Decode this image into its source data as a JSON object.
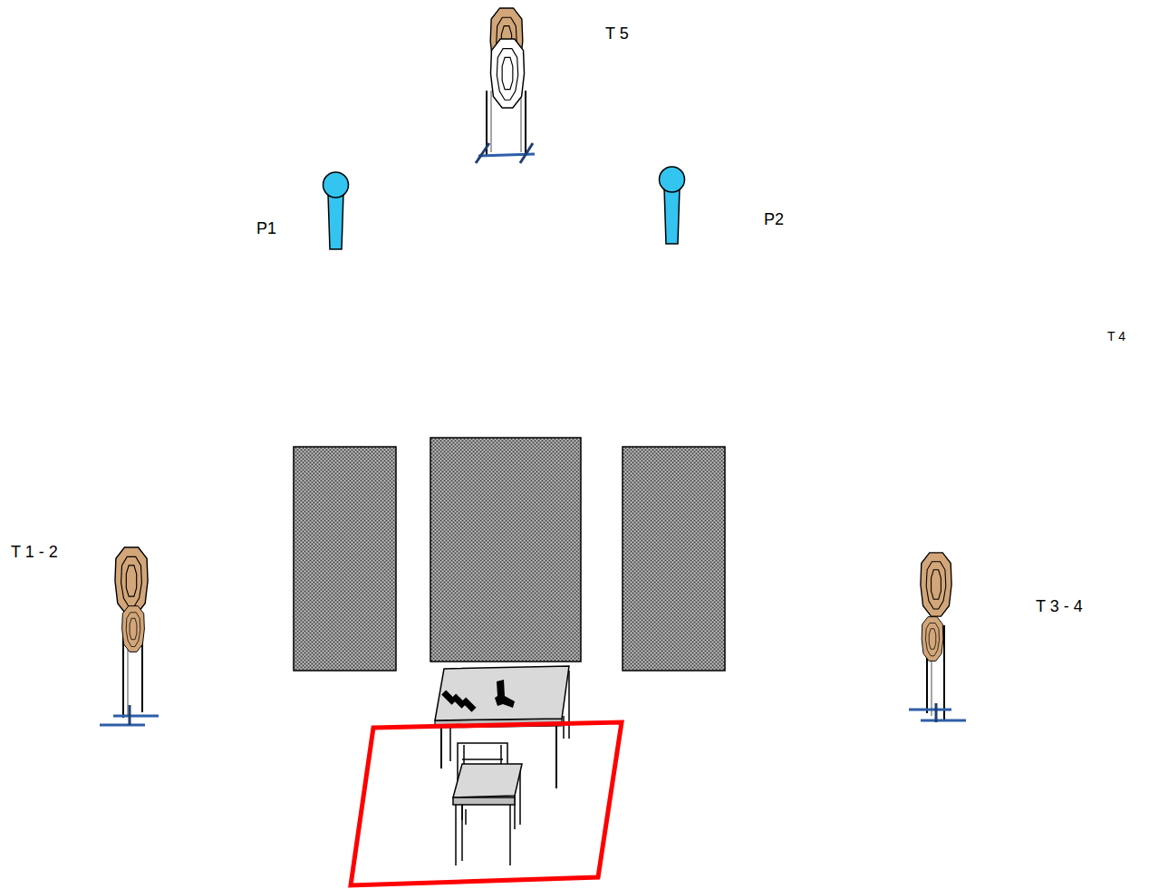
{
  "diagram": {
    "labels": [
      "T 5",
      "P1",
      "P2",
      "T 4",
      "T 1 - 2",
      "T 3 - 4"
    ]
  }
}
